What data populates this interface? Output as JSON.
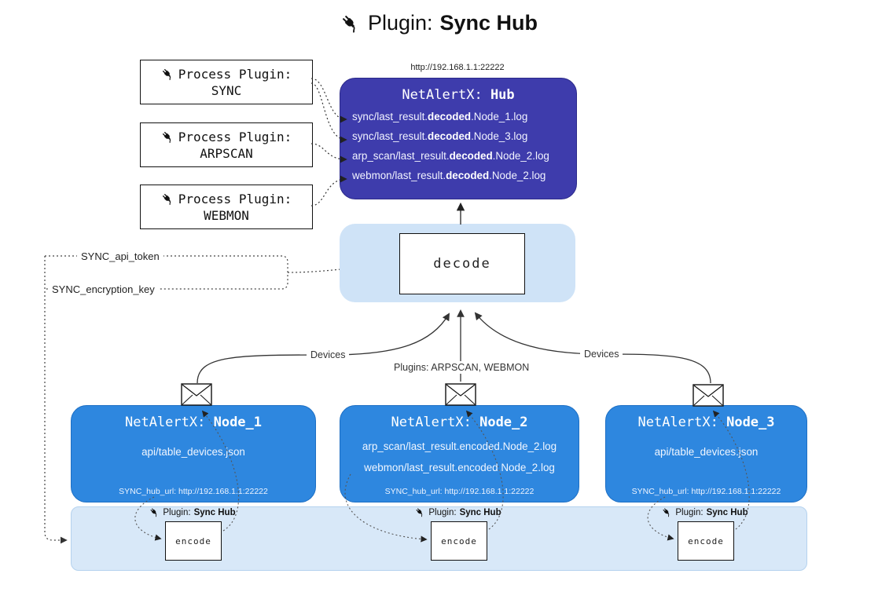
{
  "title": {
    "prefix": "Plugin:",
    "name": "Sync Hub"
  },
  "process_plugins": [
    {
      "label": "Process Plugin:",
      "name": "SYNC"
    },
    {
      "label": "Process Plugin:",
      "name": "ARPSCAN"
    },
    {
      "label": "Process Plugin:",
      "name": "WEBMON"
    }
  ],
  "hub": {
    "url": "http://192.168.1.1:22222",
    "title_prefix": "NetAlertX:",
    "title_name": "Hub",
    "logs": [
      {
        "pre": "sync/last_result.",
        "bold": "decoded",
        "post": ".Node_1.log"
      },
      {
        "pre": "sync/last_result.",
        "bold": "decoded",
        "post": ".Node_3.log"
      },
      {
        "pre": "arp_scan/last_result.",
        "bold": "decoded",
        "post": ".Node_2.log"
      },
      {
        "pre": "webmon/last_result.",
        "bold": "decoded",
        "post": ".Node_2.log"
      }
    ]
  },
  "decode": {
    "label": "decode"
  },
  "secrets": {
    "api_token": "SYNC_api_token",
    "encryption_key": "SYNC_encryption_key"
  },
  "edge_labels": {
    "left": "Devices",
    "center": "Plugins: ARPSCAN, WEBMON",
    "right": "Devices"
  },
  "nodes": [
    {
      "title_prefix": "NetAlertX:",
      "title_name": "Node_1",
      "files": [
        "api/table_devices.json"
      ],
      "hub_url": "SYNC_hub_url: http://192.168.1.1:22222"
    },
    {
      "title_prefix": "NetAlertX:",
      "title_name": "Node_2",
      "files": [
        "arp_scan/last_result.encoded.Node_2.log",
        "webmon/last_result.encoded.Node_2.log"
      ],
      "hub_url": "SYNC_hub_url: http://192.168.1.1:22222"
    },
    {
      "title_prefix": "NetAlertX:",
      "title_name": "Node_3",
      "files": [
        "api/table_devices.json"
      ],
      "hub_url": "SYNC_hub_url: http://192.168.1.1:22222"
    }
  ],
  "encoders": [
    {
      "plugin_prefix": "Plugin:",
      "plugin_name": "Sync Hub",
      "box_label": "encode"
    },
    {
      "plugin_prefix": "Plugin:",
      "plugin_name": "Sync Hub",
      "box_label": "encode"
    },
    {
      "plugin_prefix": "Plugin:",
      "plugin_name": "Sync Hub",
      "box_label": "encode"
    }
  ],
  "colors": {
    "hub_bg": "#3e3cac",
    "node_bg": "#2e87df",
    "panel_bg": "#cfe3f7",
    "bottom_panel_bg": "#d8e8f8"
  }
}
